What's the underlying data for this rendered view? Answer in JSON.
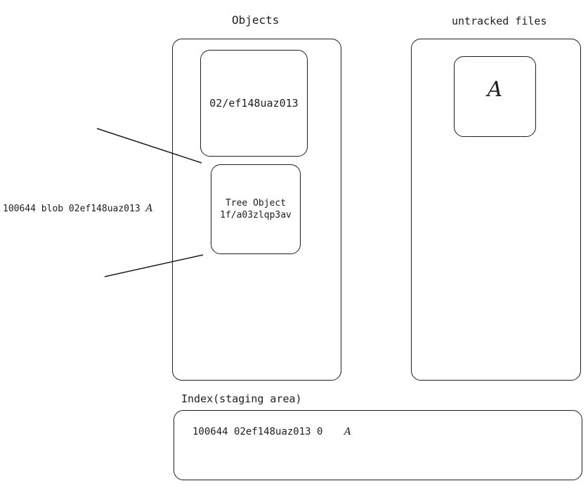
{
  "objects": {
    "title": "Objects",
    "blob": {
      "hash": "02/ef148uaz013"
    },
    "tree": {
      "title": "Tree Object",
      "hash": "1f/a03zlqp3av"
    }
  },
  "untracked": {
    "title": "untracked files",
    "file": {
      "name": "A"
    }
  },
  "tree_entry": {
    "text": "100644 blob 02ef148uaz013",
    "filename": "A"
  },
  "index": {
    "title": "Index(staging area)",
    "entry": {
      "mode": "100644",
      "hash": "02ef148uaz013",
      "stage": "0",
      "filename": "A"
    }
  }
}
